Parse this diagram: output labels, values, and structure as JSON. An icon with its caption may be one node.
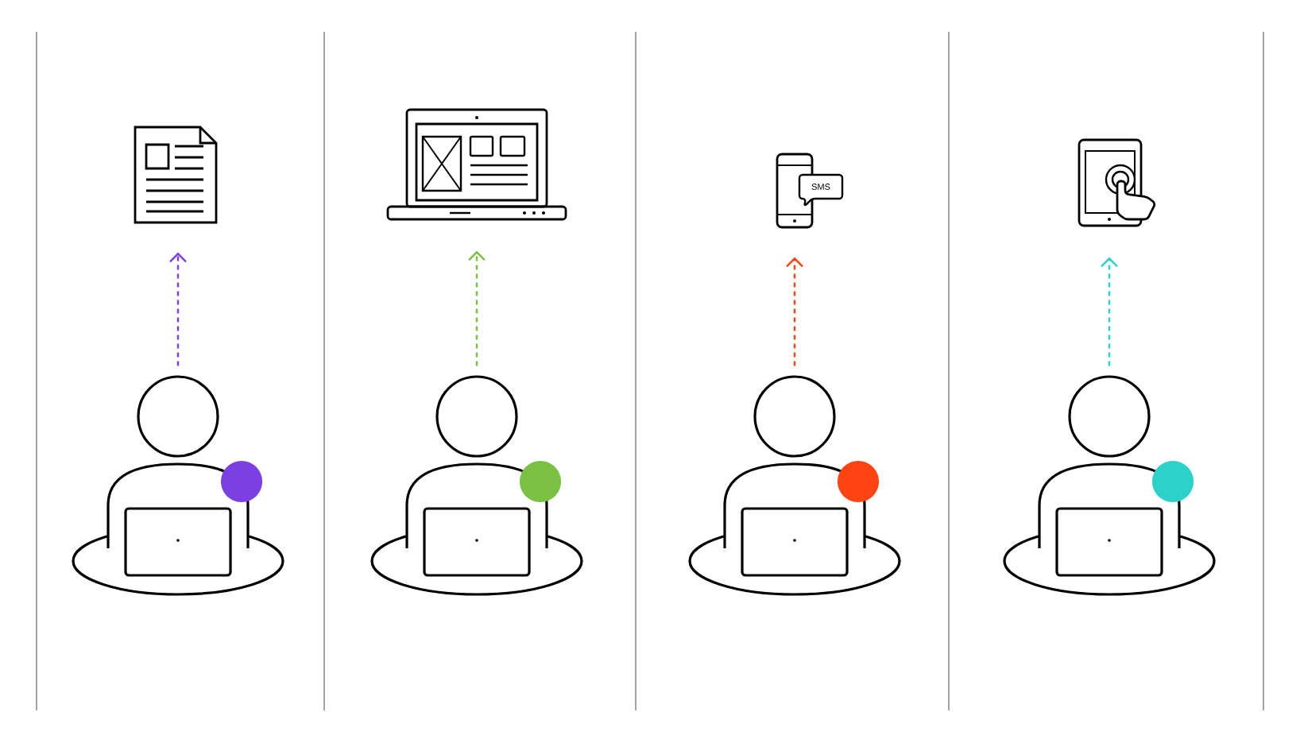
{
  "diagram": {
    "nodes": [
      {
        "text": [],
        "shape": "person"
      },
      {
        "text": [],
        "shape": "person"
      },
      {
        "text": [],
        "shape": "person"
      },
      {
        "text": [],
        "shape": "person"
      },
      {
        "text": [],
        "shape": "picture"
      },
      {
        "text": [],
        "shape": "picture"
      },
      {
        "text": [],
        "shape": "picture"
      },
      {
        "text": [],
        "shape": "picture"
      }
    ],
    "edges": [
      {
        "from": 0,
        "to": 4,
        "arrow": "to",
        "style": "dashed",
        "color": "#7b3fe4"
      },
      {
        "from": 1,
        "to": 5,
        "arrow": "to",
        "style": "dashed",
        "color": "#7ac143"
      },
      {
        "from": 2,
        "to": 6,
        "arrow": "to",
        "style": "dashed",
        "color": "#ff4411"
      },
      {
        "from": 3,
        "to": 7,
        "arrow": "to",
        "style": "dashed",
        "color": "#2ad2c9"
      }
    ],
    "labels": [
      "SMS"
    ]
  }
}
